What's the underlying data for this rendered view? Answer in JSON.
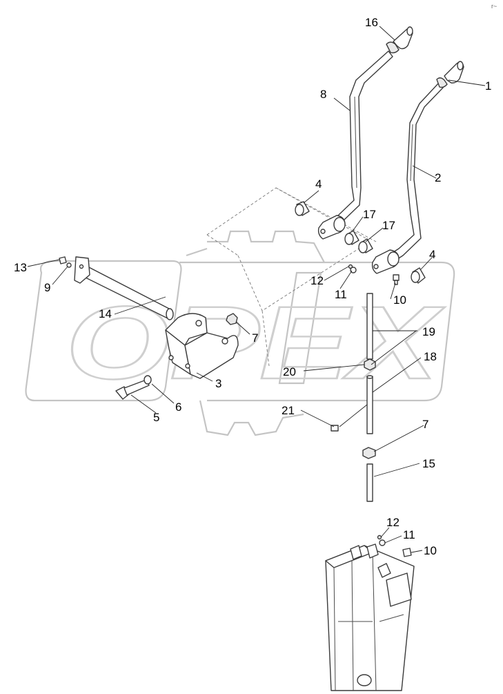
{
  "diagram": {
    "watermark_text": "OPEX",
    "corner_mark": "r~",
    "part_labels": [
      "16",
      "1",
      "8",
      "2",
      "4",
      "17",
      "17",
      "4",
      "13",
      "9",
      "12",
      "11",
      "10",
      "14",
      "7",
      "19",
      "20",
      "18",
      "3",
      "6",
      "5",
      "21",
      "7",
      "15",
      "12",
      "11",
      "10"
    ]
  }
}
